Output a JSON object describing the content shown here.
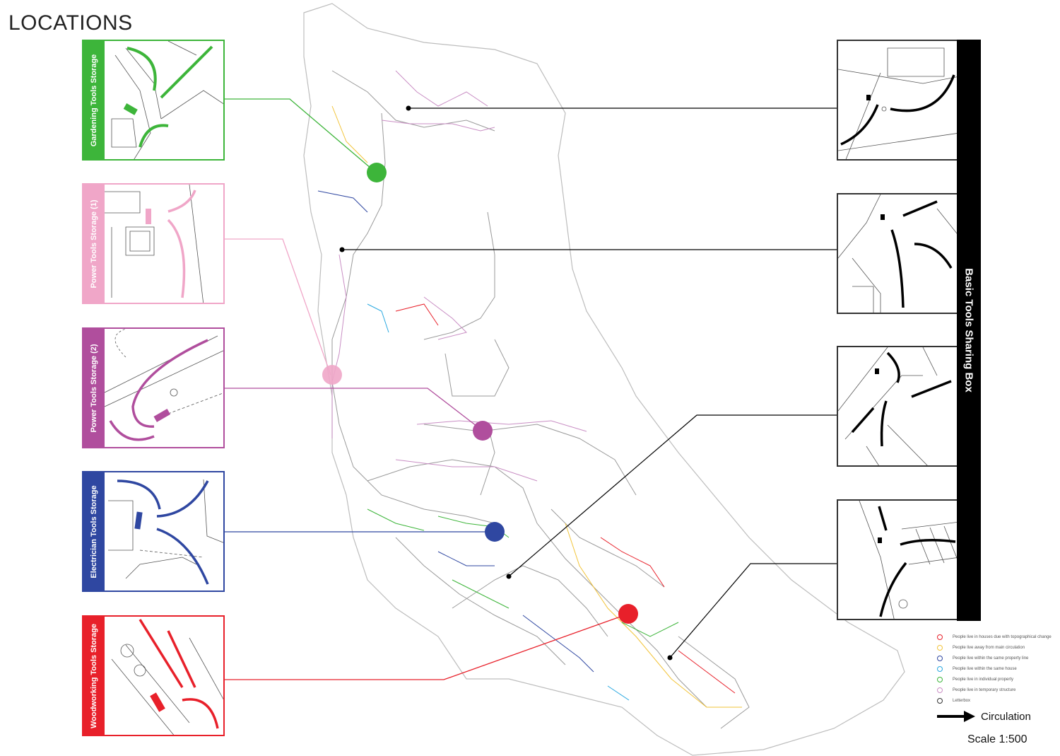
{
  "title": "LOCATIONS",
  "colors": {
    "gardening": "#3db53a",
    "power1": "#f0a6c8",
    "power2": "#b04e9d",
    "electrician": "#2f47a1",
    "woodworking": "#e8202a",
    "basic": "#000000",
    "road": "#9a9a9a"
  },
  "storage_panels": [
    {
      "id": "gardening",
      "label": "Gardening Tools Storage"
    },
    {
      "id": "power1",
      "label": "Power Tools Storage (1)"
    },
    {
      "id": "power2",
      "label": "Power Tools Storage (2)"
    },
    {
      "id": "electrician",
      "label": "Electrician Tools Storage"
    },
    {
      "id": "woodworking",
      "label": "Woodworking Tools Storage"
    }
  ],
  "basic_box": {
    "label": "Basic Tools Sharing Box",
    "panel_count": 4
  },
  "legend": [
    {
      "label": "People live in houses due with topographical change",
      "color": "#e8202a"
    },
    {
      "label": "People live away from main circulation",
      "color": "#f2c43a"
    },
    {
      "label": "People live within the same property line",
      "color": "#2f47a1"
    },
    {
      "label": "People live within the same house",
      "color": "#29a8e0"
    },
    {
      "label": "People live in individual property",
      "color": "#3db53a"
    },
    {
      "label": "People live in temporary structure",
      "color": "#c98ec4"
    },
    {
      "label": "Letterbox",
      "color": "#333333"
    }
  ],
  "circulation_label": "Circulation",
  "scale_label": "Scale 1:500"
}
